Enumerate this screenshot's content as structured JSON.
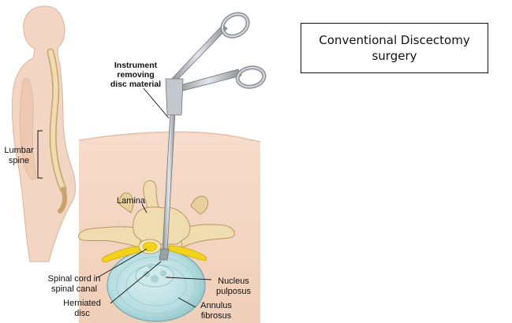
{
  "title_box": {
    "text": "Conventional Discectomy\nsurgery"
  },
  "labels": {
    "instrument": [
      "Instrument",
      "removing",
      "disc material"
    ],
    "lumbar": [
      "Lumbar",
      "spine"
    ],
    "lamina": "Lamina",
    "spinal_cord": [
      "Spinal cord in",
      "spinal canal"
    ],
    "herniated": [
      "Herniated",
      "disc"
    ],
    "nucleus": [
      "Nucleus",
      "pulposus"
    ],
    "annulus": [
      "Annulus",
      "fibrosus"
    ]
  },
  "colors": {
    "skin": "#f2d6c3",
    "skin_shadow": "#e6bea5",
    "bone": "#efdcb0",
    "bone_shade": "#cfb07a",
    "nerve": "#f2d21b",
    "disc": "#b8dde0",
    "disc_dark": "#7fbcc2",
    "instrument": "#b7bcc2",
    "instrument_dark": "#6d737a",
    "line": "#111111"
  }
}
